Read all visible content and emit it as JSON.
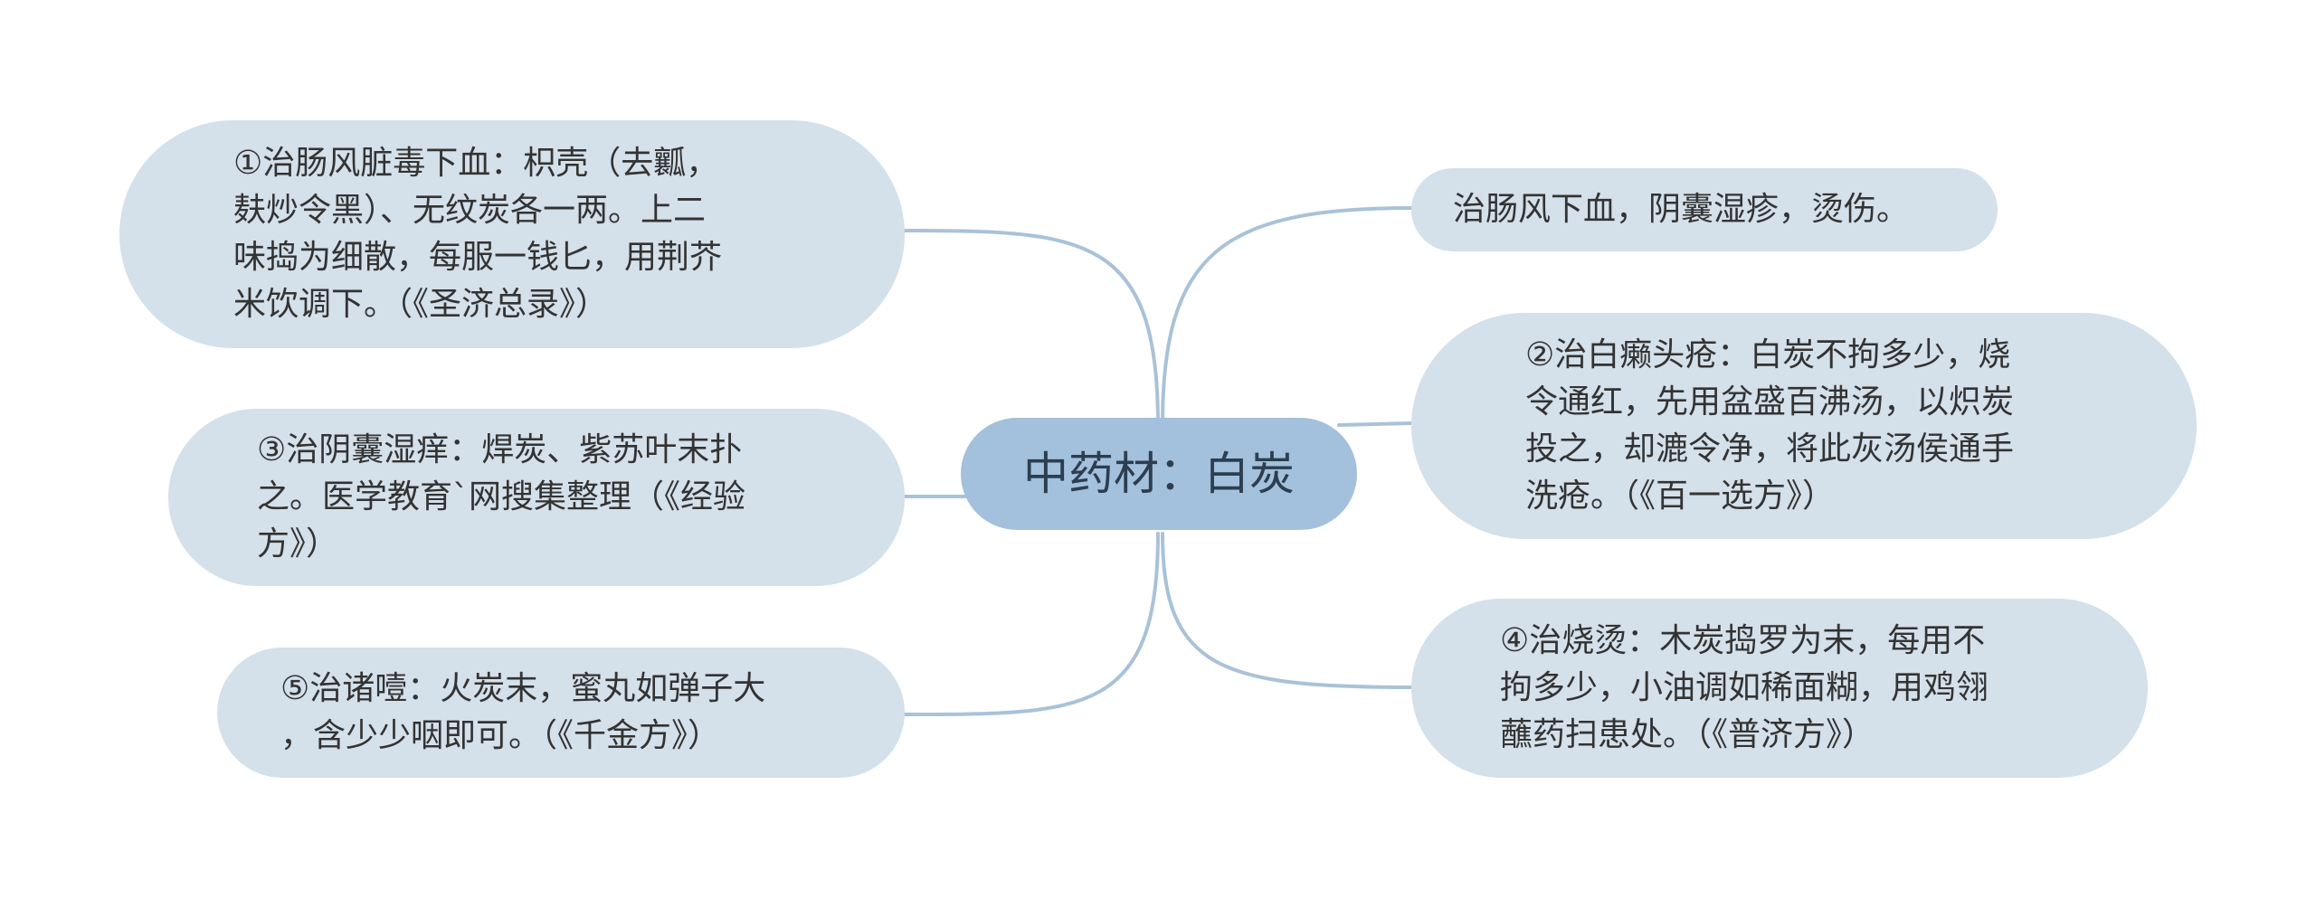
{
  "center": {
    "label": "中药材：白炭"
  },
  "branches": {
    "left": [
      {
        "id": "1",
        "text": "①治肠风脏毒下血：枳壳（去瓤，\n麸炒令黑）、无纹炭各一两。上二\n味捣为细散，每服一钱匕，用荆芥\n米饮调下。（《圣济总录》）"
      },
      {
        "id": "3",
        "text": "③治阴囊湿痒：焊炭、紫苏叶末扑\n之。医学教育`网搜集整理（《经验\n方》）"
      },
      {
        "id": "5",
        "text": "⑤治诸噎：火炭末，蜜丸如弹子大\n，含少少咽即可。（《千金方》）"
      }
    ],
    "right": [
      {
        "id": "summary",
        "text": "治肠风下血，阴囊湿疹，烫伤。"
      },
      {
        "id": "2",
        "text": "②治白癞头疮：白炭不拘多少，烧\n令通红，先用盆盛百沸汤，以炽炭\n投之，却漉令净，将此灰汤侯通手\n洗疮。（《百一选方》）"
      },
      {
        "id": "4",
        "text": "④治烧烫：木炭捣罗为末，每用不\n拘多少，小油调如稀面糊，用鸡翎\n蘸药扫患处。（《普济方》）"
      }
    ]
  },
  "colors": {
    "center_fill": "#a3c0dc",
    "node_fill": "#d4e0ea",
    "connector": "#a9c2d8",
    "text": "#333333"
  }
}
